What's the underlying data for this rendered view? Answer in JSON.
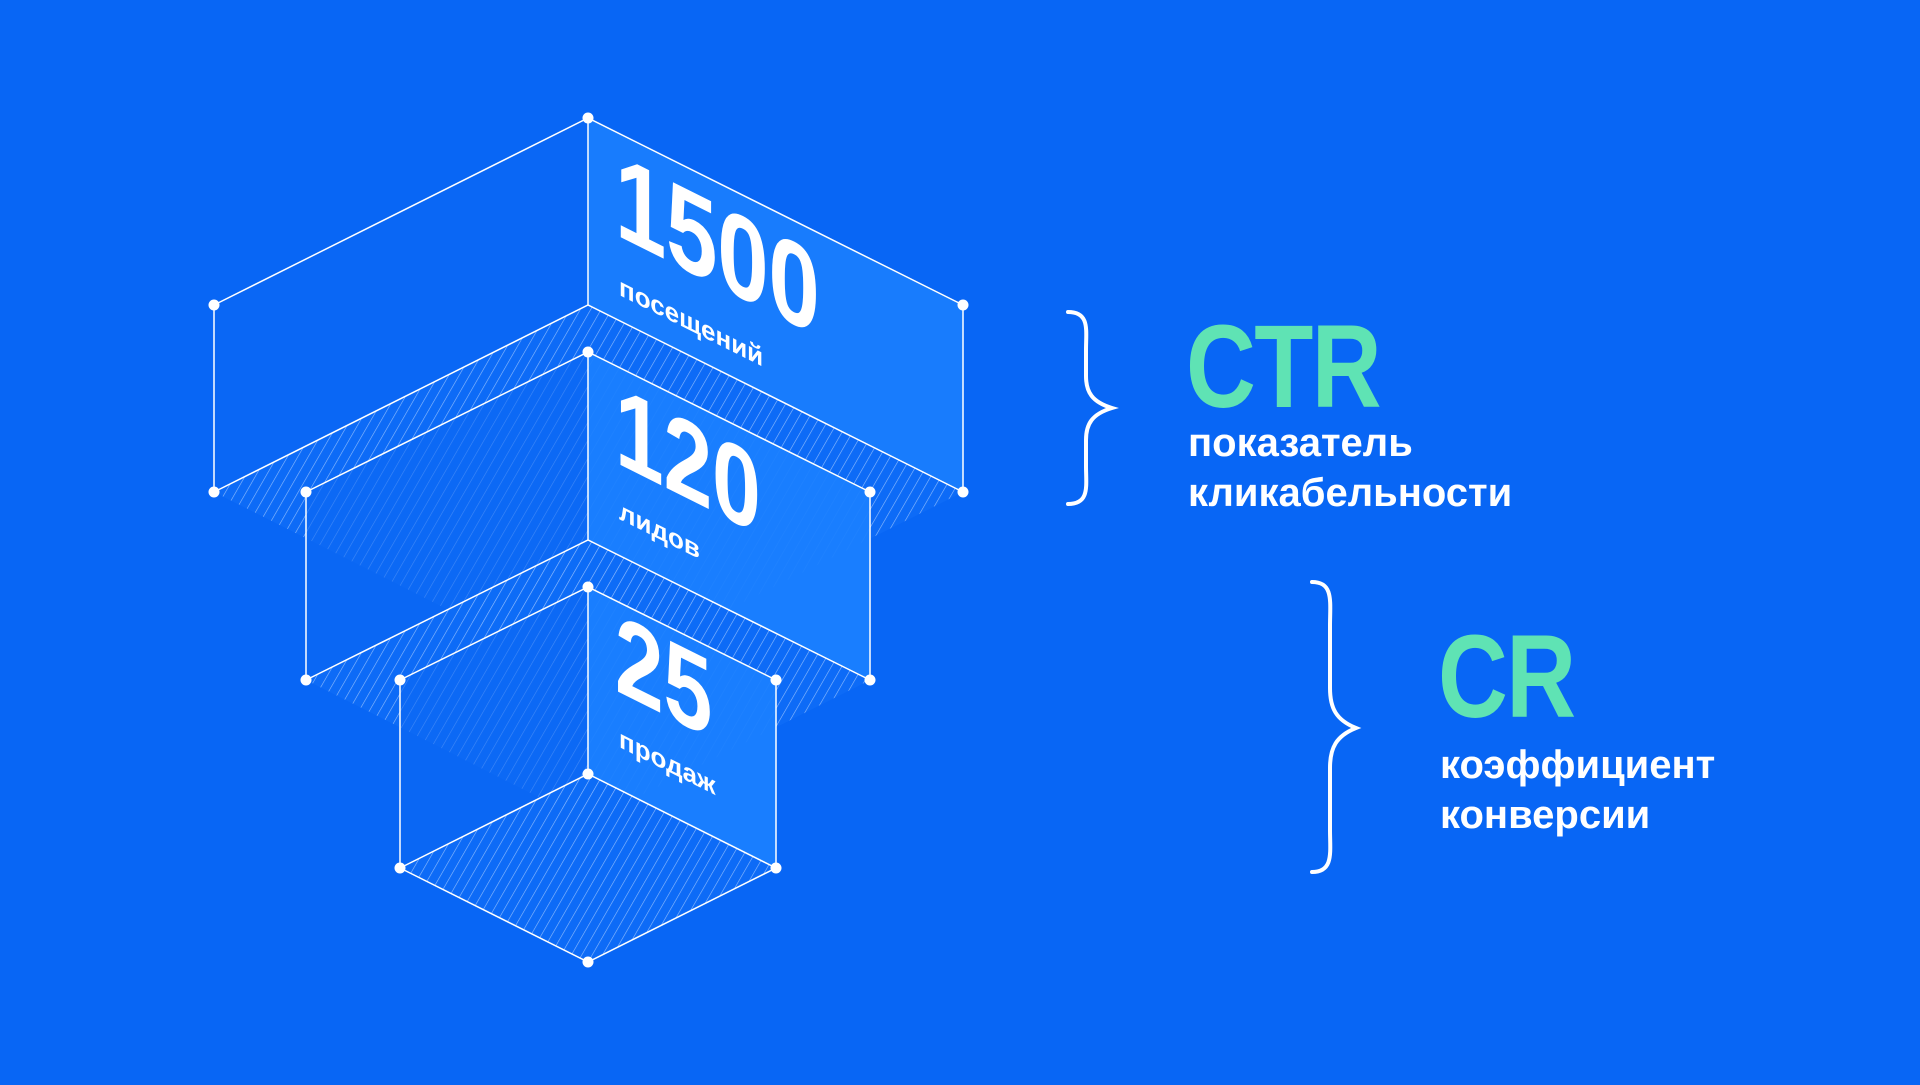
{
  "funnel": {
    "levels": [
      {
        "value": "1500",
        "label": "посещений"
      },
      {
        "value": "120",
        "label": "лидов"
      },
      {
        "value": "25",
        "label": "продаж"
      }
    ]
  },
  "metrics": [
    {
      "title": "CTR",
      "description_lines": [
        "показатель",
        "кликабельности"
      ]
    },
    {
      "title": "CR",
      "description_lines": [
        "коэффициент",
        "конверсии"
      ]
    }
  ],
  "colors": {
    "background": "#0866f5",
    "face_light": "#1a80ff",
    "face_mid": "#0f6ff7",
    "line": "#ffffff",
    "accent": "#5fe3b4",
    "text": "#ffffff"
  }
}
